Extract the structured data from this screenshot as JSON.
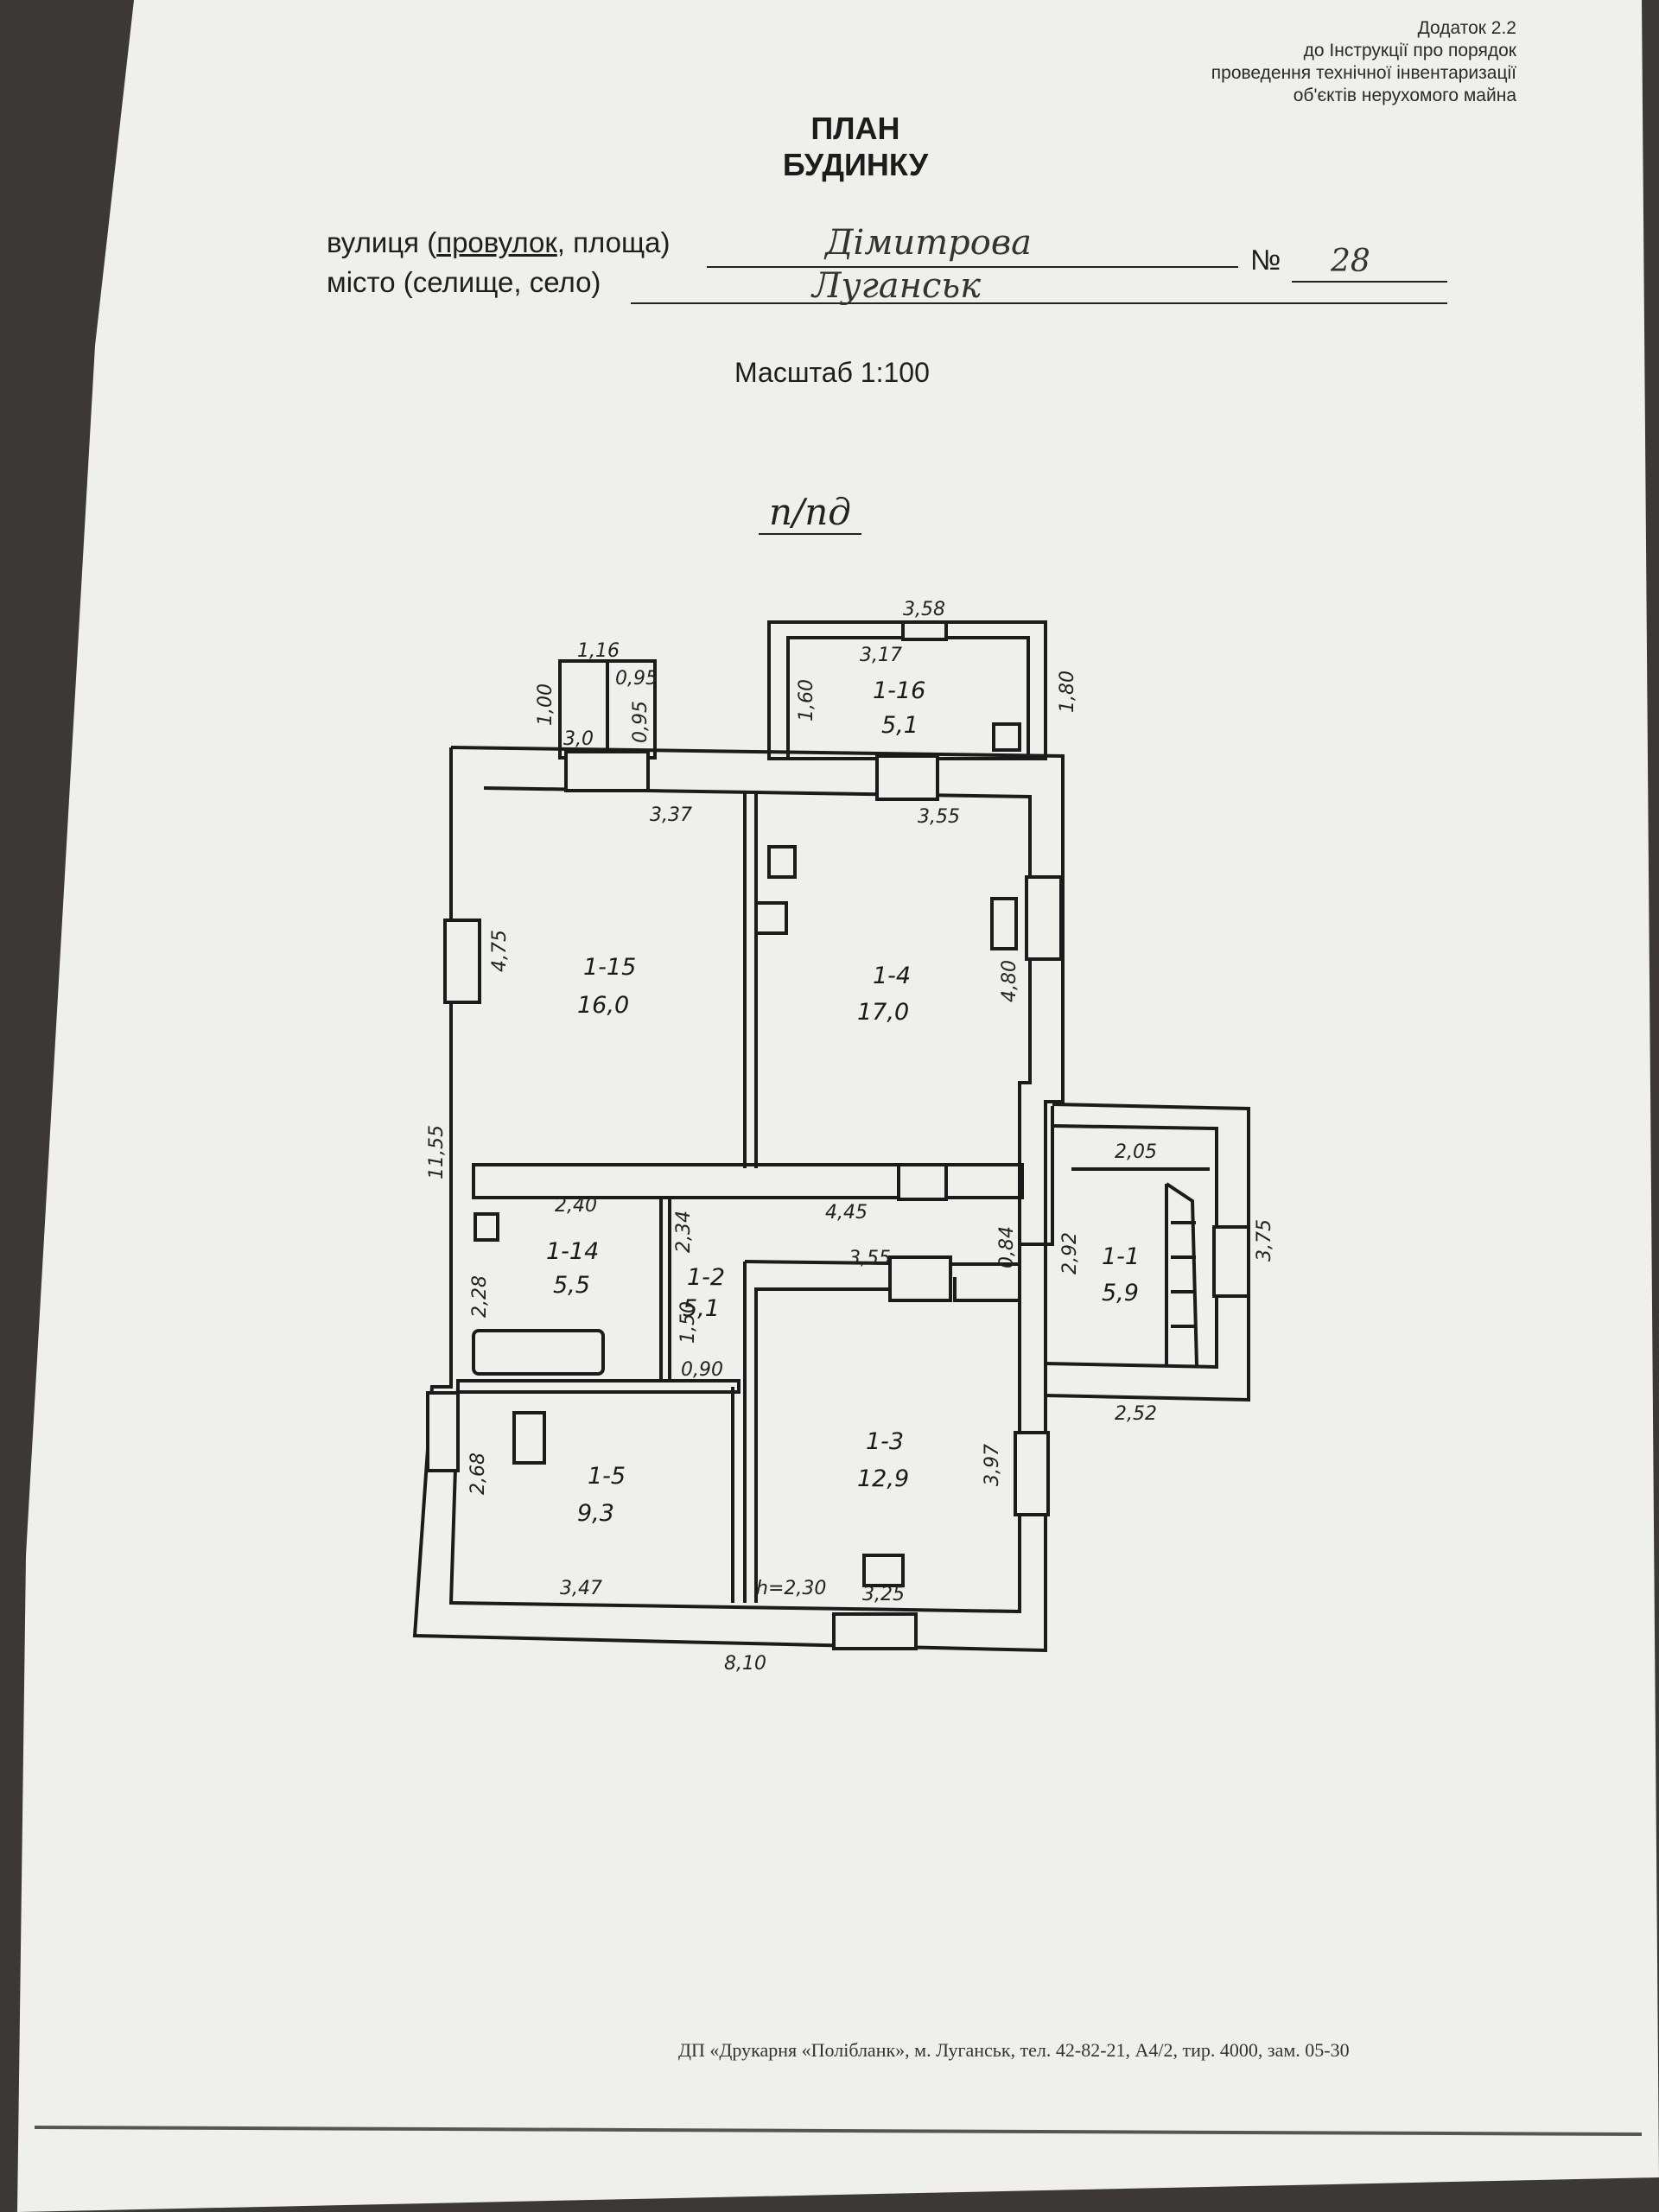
{
  "appendix": {
    "line1": "Додаток 2.2",
    "line2": "до Інструкції про порядок",
    "line3": "проведення технічної інвентаризації",
    "line4": "об'єктів нерухомого майна"
  },
  "title": {
    "line1": "ПЛАН",
    "line2": "БУДИНКУ"
  },
  "form": {
    "street_label_pre": "вулиця (",
    "street_label_underlined": "провулок",
    "street_label_post": ", площа)",
    "street_value": "Дімитрова",
    "number_label": "№",
    "number_value": "28",
    "city_label": "місто (селище, село)",
    "city_value": "Луганськ"
  },
  "scale": "Масштаб 1:100",
  "floor": "п/пд",
  "rooms": [
    {
      "id": "1-16",
      "area": "5,1"
    },
    {
      "id": "1-15",
      "area": "16,0"
    },
    {
      "id": "1-4",
      "area": "17,0"
    },
    {
      "id": "1-14",
      "area": "5,5"
    },
    {
      "id": "1-2",
      "area": "5,1"
    },
    {
      "id": "1-1",
      "area": "5,9"
    },
    {
      "id": "1-5",
      "area": "9,3"
    },
    {
      "id": "1-3",
      "area": "12,9"
    }
  ],
  "dimensions": {
    "d_116_top": "3,58",
    "d_116_inner": "3,17",
    "d_116_left": "1,60",
    "d_116_right": "1,80",
    "d_small_top": "1,16",
    "d_small_left": "1,00",
    "d_small_a": "3,0",
    "d_small_b": "0,95",
    "d_small_c": "0,95",
    "d_115_top": "3,37",
    "d_14_top": "3,55",
    "d_115_left": "4,75",
    "d_14_right": "4,80",
    "d_total_left": "11,55",
    "d_114_top": "2,40",
    "d_114_left": "2,28",
    "d_12_a": "2,34",
    "d_12_b": "1,50",
    "d_12_c": "0,90",
    "d_corr": "4,45",
    "d_13_top": "3,55",
    "d_door": "0,84",
    "d_11_left": "2,92",
    "d_11_top": "2,05",
    "d_11_right": "3,75",
    "d_11_bottom": "2,52",
    "d_15_left": "2,68",
    "d_15_bottom": "3,47",
    "d_13_right": "3,97",
    "d_13_height": "h=2,30",
    "d_13_bottom": "3,25",
    "d_total_bottom": "8,10"
  },
  "footer": "ДП «Друкарня «Полібланк», м. Луганськ, тел. 42-82-21, А4/2, тир. 4000, зам. 05-30"
}
